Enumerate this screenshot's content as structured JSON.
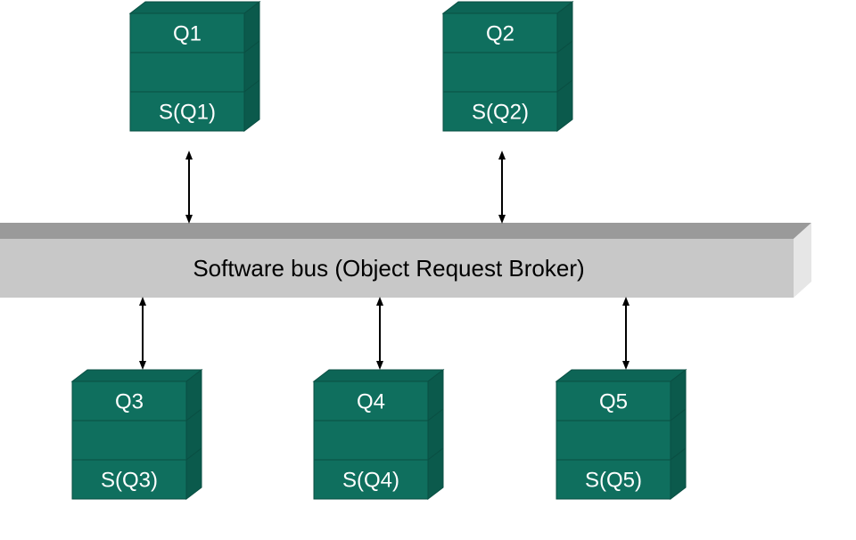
{
  "colors": {
    "block_front": "#0f6f5e",
    "block_side": "#0b5a4c",
    "block_top": "#0d6556",
    "block_edge": "#0a4f43",
    "bus_front": "#c8c8c8",
    "bus_top": "#9a9a9a",
    "bus_side": "#e6e6e6",
    "arrow": "#000000"
  },
  "bus": {
    "label": "Software bus (Object Request Broker)"
  },
  "stacks": [
    {
      "id": "q1",
      "top_label": "Q1",
      "middle_label": "",
      "bottom_label": "S(Q1)"
    },
    {
      "id": "q2",
      "top_label": "Q2",
      "middle_label": "",
      "bottom_label": "S(Q2)"
    },
    {
      "id": "q3",
      "top_label": "Q3",
      "middle_label": "",
      "bottom_label": "S(Q3)"
    },
    {
      "id": "q4",
      "top_label": "Q4",
      "middle_label": "",
      "bottom_label": "S(Q4)"
    },
    {
      "id": "q5",
      "top_label": "Q5",
      "middle_label": "",
      "bottom_label": "S(Q5)"
    }
  ]
}
